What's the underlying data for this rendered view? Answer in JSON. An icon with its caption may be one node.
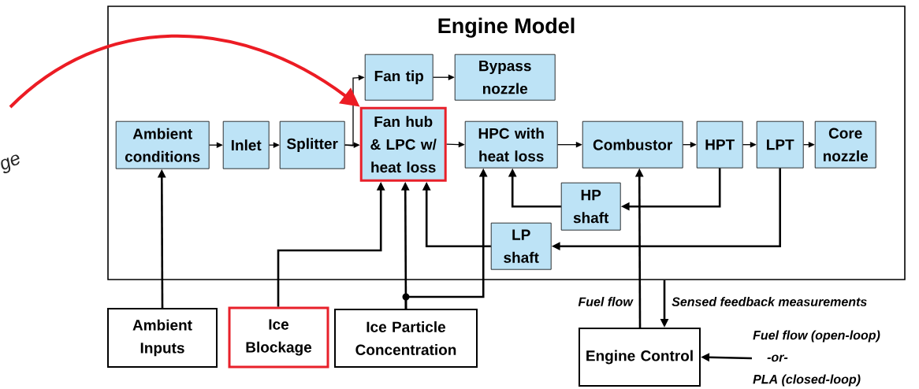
{
  "diagram": {
    "nodes": [
      {
        "text": [
          "Engine Model"
        ]
      },
      {
        "text": [
          "Ambient conditions"
        ],
        "in": 0
      },
      {
        "text": [
          "Inlet"
        ],
        "in": 0
      },
      {
        "text": [
          "Splitter"
        ],
        "in": 0
      },
      {
        "text": [
          "Fan tip"
        ],
        "in": 0
      },
      {
        "text": [
          "Bypass nozzle"
        ],
        "in": 0
      },
      {
        "text": [
          "Fan hub & LPC w/ heat loss"
        ],
        "in": 0
      },
      {
        "text": [
          "HPC with heat loss"
        ],
        "in": 0
      },
      {
        "text": [
          "Combustor"
        ],
        "in": 0
      },
      {
        "text": [
          "HPT"
        ],
        "in": 0
      },
      {
        "text": [
          "LPT"
        ],
        "in": 0
      },
      {
        "text": [
          "Core nozzle"
        ],
        "in": 0
      },
      {
        "text": [
          "HP shaft"
        ],
        "in": 0
      },
      {
        "text": [
          "LP shaft"
        ],
        "in": 0
      },
      {
        "text": [
          "Ambient Inputs"
        ]
      },
      {
        "text": [
          "Ice Blockage"
        ]
      },
      {
        "text": [
          "Ice Particle Concentration"
        ]
      },
      {
        "text": [
          "Engine Control"
        ]
      },
      {
        "text": [
          "Fuel flow (open-loop)",
          "-or-",
          "PLA (closed-loop)"
        ]
      }
    ],
    "edges": [
      {
        "from": 1,
        "to": 2,
        "arrow": "to"
      },
      {
        "from": 2,
        "to": 3,
        "arrow": "to"
      },
      {
        "from": 3,
        "to": 6,
        "arrow": "to"
      },
      {
        "from": 3,
        "to": 4,
        "arrow": "to"
      },
      {
        "from": 4,
        "to": 5,
        "arrow": "to"
      },
      {
        "from": 6,
        "to": 7,
        "arrow": "to"
      },
      {
        "from": 7,
        "to": 8,
        "arrow": "to"
      },
      {
        "from": 8,
        "to": 9,
        "arrow": "to"
      },
      {
        "from": 9,
        "to": 10,
        "arrow": "to"
      },
      {
        "from": 10,
        "to": 11,
        "arrow": "to"
      },
      {
        "from": 9,
        "to": 12,
        "arrow": "to"
      },
      {
        "from": 12,
        "to": 7,
        "arrow": "to"
      },
      {
        "from": 10,
        "to": 13,
        "arrow": "to"
      },
      {
        "from": 13,
        "to": 6,
        "arrow": "to"
      },
      {
        "from": 14,
        "to": 1,
        "arrow": "to"
      },
      {
        "from": 15,
        "to": 6,
        "arrow": "to"
      },
      {
        "from": 16,
        "to": 6,
        "arrow": "to"
      },
      {
        "from": 16,
        "to": 7,
        "arrow": "to"
      },
      {
        "from": 17,
        "to": 8,
        "arrow": "to",
        "label": "Fuel flow"
      },
      {
        "from": 0,
        "to": 17,
        "arrow": "to",
        "label": "Sensed feedback measurements"
      },
      {
        "from": 18,
        "to": 17,
        "arrow": "to"
      },
      {
        "from": null,
        "to": 6,
        "arrow": "to",
        "color": "#ec1c24"
      }
    ],
    "labels": [
      "ge"
    ]
  }
}
